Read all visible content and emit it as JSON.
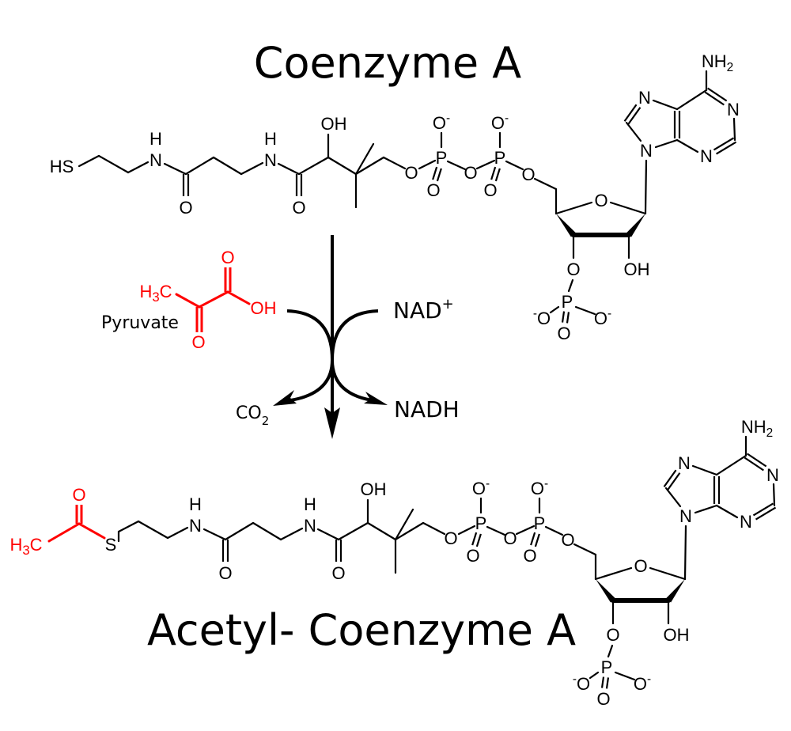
{
  "titles": {
    "top": "Coenzyme A",
    "bottom": "Acetyl- Coenzyme A"
  },
  "colors": {
    "bond": "#000000",
    "highlight": "#ff0000"
  },
  "reaction": {
    "pyruvate_label": "Pyruvate",
    "nad_plus": {
      "main": "NAD",
      "sup": "+"
    },
    "nadh": "NADH",
    "co2": {
      "main": "CO",
      "sub": "2"
    }
  },
  "pyruvate_atoms": {
    "methyl": {
      "main": "H",
      "sub": "3",
      "tail": "C"
    },
    "hydroxyl": {
      "main": "OH"
    },
    "carboxyl_o": {
      "main": "O"
    },
    "keto_o": {
      "main": "O"
    }
  },
  "acetyl_atoms": {
    "methyl": {
      "main": "H",
      "sub": "3",
      "tail": "C"
    },
    "carbonyl_o": {
      "main": "O"
    },
    "thioester_s": {
      "main": "S"
    }
  },
  "coa_atoms": {
    "thiol": {
      "main": "HS"
    },
    "amide_n1": {
      "main": "N"
    },
    "amide_h1": {
      "main": "H"
    },
    "amide_o1": {
      "main": "O"
    },
    "amide_n2": {
      "main": "N"
    },
    "amide_h2": {
      "main": "H"
    },
    "amide_o2": {
      "main": "O"
    },
    "pantoate_oh": {
      "main": "OH"
    },
    "ester_o": {
      "main": "O"
    },
    "p1": {
      "main": "P"
    },
    "p1_o_minus": {
      "main": "O",
      "sup": "-"
    },
    "p1_oxo": {
      "main": "O"
    },
    "bridge_o": {
      "main": "O"
    },
    "p2": {
      "main": "P"
    },
    "p2_o_minus": {
      "main": "O",
      "sup": "-"
    },
    "p2_oxo": {
      "main": "O"
    },
    "o5": {
      "main": "O"
    },
    "ring_o": {
      "main": "O"
    },
    "o2_oh": {
      "main": "OH"
    },
    "o3": {
      "main": "O"
    },
    "p3": {
      "main": "P"
    },
    "p3_o_left": {
      "main": "O",
      "pre": "-"
    },
    "p3_o_right": {
      "main": "O",
      "sup": "-"
    },
    "p3_oxo": {
      "main": "O"
    },
    "n9": {
      "main": "N"
    },
    "n7": {
      "main": "N"
    },
    "n1": {
      "main": "N"
    },
    "n3": {
      "main": "N"
    },
    "nh2": {
      "main": "NH",
      "sub": "2"
    }
  }
}
